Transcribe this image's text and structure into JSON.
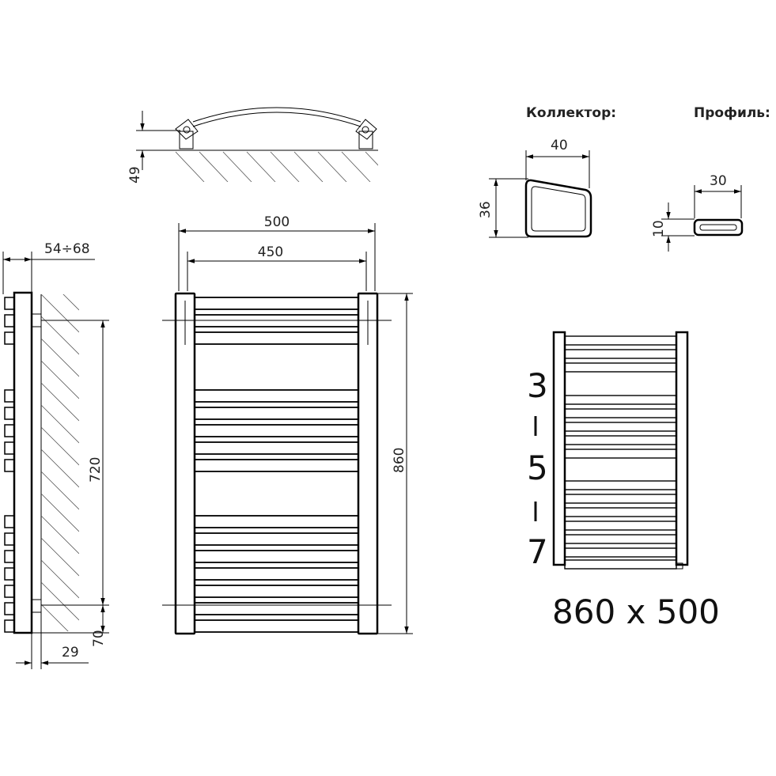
{
  "headers": {
    "collector": "Коллектор:",
    "profile": "Профиль:"
  },
  "dimensions": {
    "top_offset": "49",
    "total_width": "500",
    "axis_width": "450",
    "total_height": "860",
    "side_depth": "54÷68",
    "axis_height": "720",
    "bottom_offset": "70",
    "base_depth": "29",
    "collector_width": "40",
    "collector_height": "36",
    "profile_width": "30",
    "profile_height": "10"
  },
  "sections": {
    "groups": [
      "3",
      "5",
      "7"
    ]
  },
  "size_label": "860 x 500"
}
